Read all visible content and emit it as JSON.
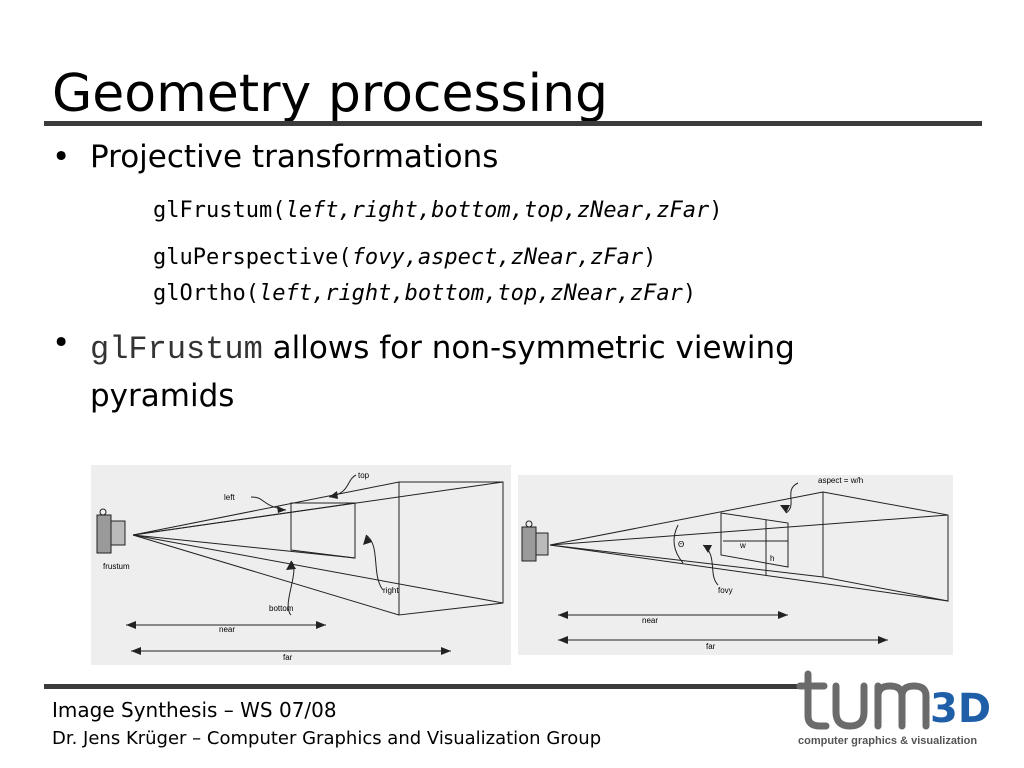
{
  "slide": {
    "title": "Geometry processing",
    "bullets": [
      {
        "text": "Projective transformations"
      },
      {
        "mono": "glFrustum",
        "text": " allows for non-symmetric viewing pyramids"
      }
    ],
    "code_lines": [
      {
        "func": "glFrustum(",
        "args": "left,right,bottom,top,zNear,zFar",
        "close": ")"
      },
      {
        "func": "gluPerspective(",
        "args": "fovy,aspect,zNear,zFar",
        "close": ")"
      },
      {
        "func": "glOrtho(",
        "args": "left,right,bottom,top,zNear,zFar",
        "close": ")"
      }
    ]
  },
  "figure_frustum": {
    "labels": {
      "top": "top",
      "left": "left",
      "frustum": "frustum",
      "bottom": "bottom",
      "right": "right",
      "near": "near",
      "far": "far"
    }
  },
  "figure_perspective": {
    "labels": {
      "aspect": "aspect = w/h",
      "theta": "Θ",
      "w": "w",
      "h": "h",
      "fovy": "fovy",
      "near": "near",
      "far": "far"
    }
  },
  "footer": {
    "course": "Image Synthesis – WS 07/08",
    "author": "Dr. Jens Krüger – Computer Graphics and Visualization Group"
  },
  "logo": {
    "mark": "tum",
    "suffix": "3D",
    "tagline": "computer graphics & visualization",
    "colors": {
      "gray": "#6b6b6b",
      "blue": "#1f5fa8"
    }
  }
}
